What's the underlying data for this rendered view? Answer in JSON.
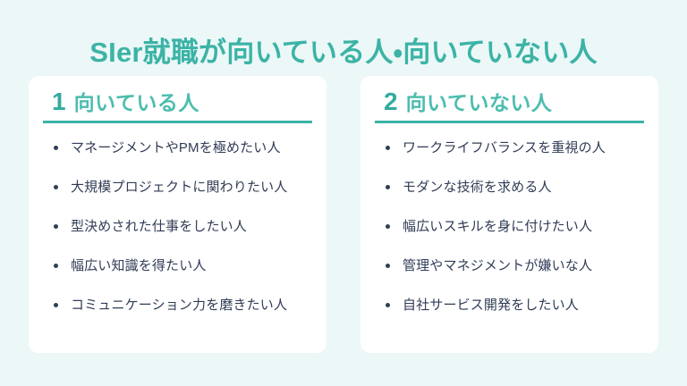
{
  "slide": {
    "title": "SIer就職が向いている人・向いていない人",
    "background_color": "#ebf8f7",
    "accent_color": "#3cb3a6",
    "text_color": "#313d56",
    "card_background": "#ffffff"
  },
  "cards": [
    {
      "number": "1",
      "heading": "向いている人",
      "items": [
        "マネージメントやPMを極めたい人",
        "大規模プロジェクトに関わりたい人",
        "型決めされた仕事をしたい人",
        "幅広い知識を得たい人",
        "コミュニケーション力を磨きたい人"
      ]
    },
    {
      "number": "2",
      "heading": "向いていない人",
      "items": [
        "ワークライフバランスを重視の人",
        "モダンな技術を求める人",
        "幅広いスキルを身に付けたい人",
        "管理やマネジメントが嫌いな人",
        "自社サービス開発をしたい人"
      ]
    }
  ]
}
